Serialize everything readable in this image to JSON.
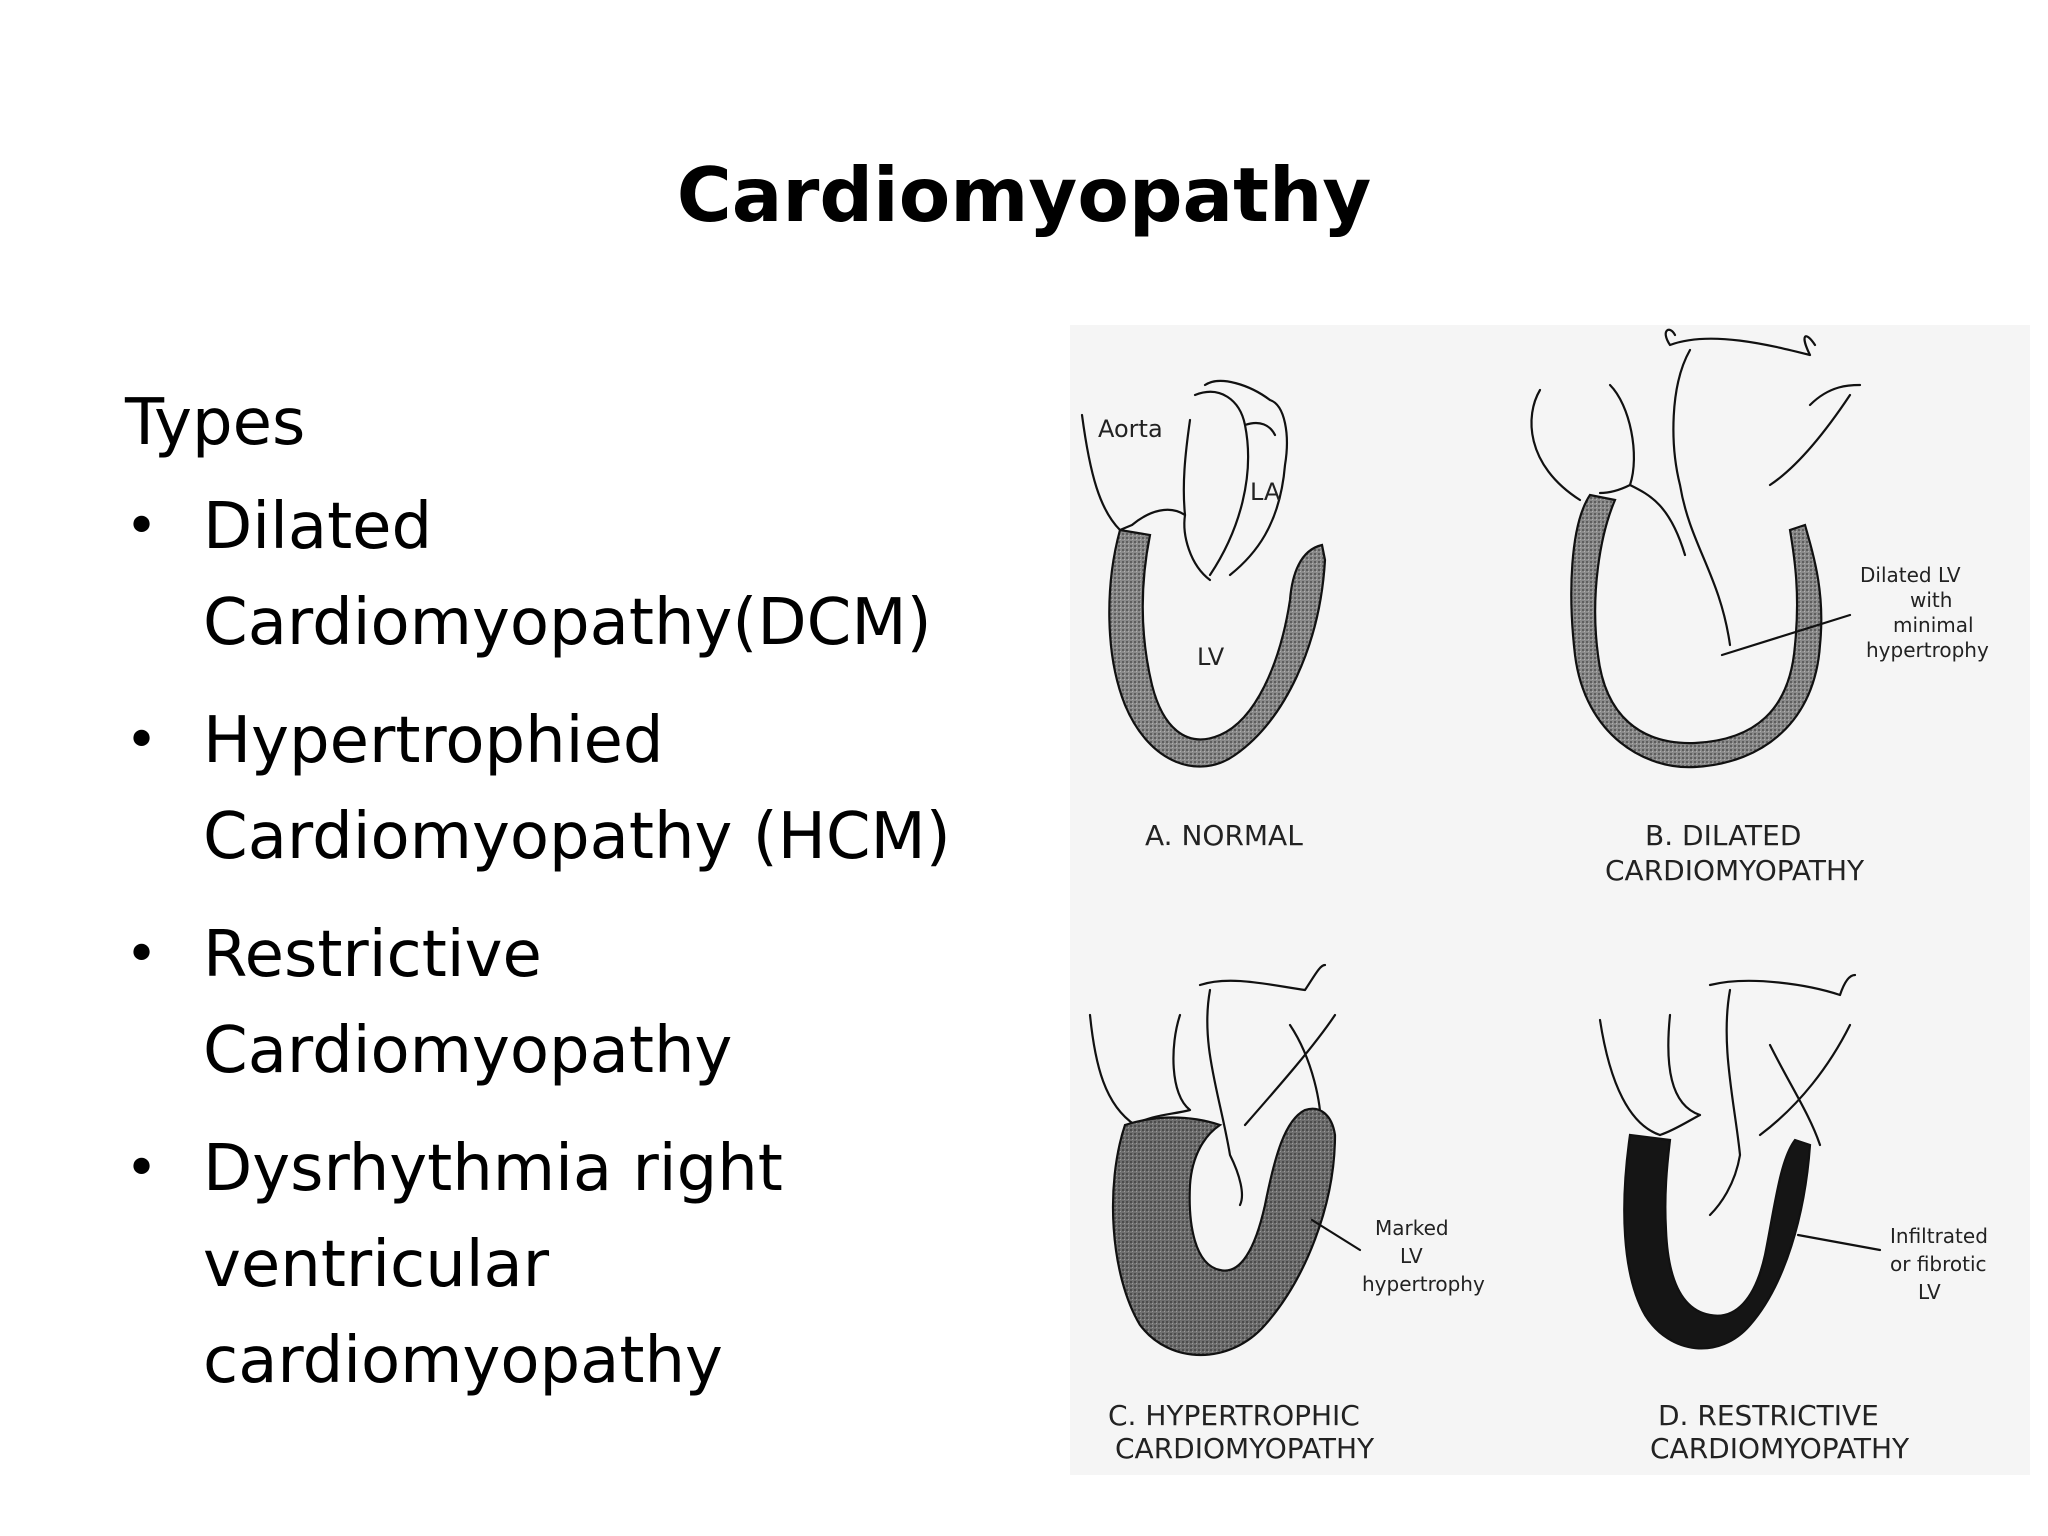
{
  "slide": {
    "title": "Cardiomyopathy",
    "types_heading": "Types",
    "bullets": [
      {
        "line1": "Dilated",
        "line2": "Cardiomyopathy(DCM)",
        "line3": ""
      },
      {
        "line1": "Hypertrophied",
        "line2": "Cardiomyopathy (HCM)",
        "line3": ""
      },
      {
        "line1": "Restrictive",
        "line2": "Cardiomyopathy",
        "line3": ""
      },
      {
        "line1": "Dysrhythmia right",
        "line2": "ventricular",
        "line3": "cardiomyopathy"
      }
    ],
    "bullet_symbol": "•"
  },
  "figure": {
    "panel_a": {
      "caption": "A. NORMAL",
      "label_aorta": "Aorta",
      "label_la": "LA",
      "label_lv": "LV"
    },
    "panel_b": {
      "caption_line1": "B. DILATED",
      "caption_line2": "CARDIOMYOPATHY",
      "annotation_line1": "Dilated LV",
      "annotation_line2": "with",
      "annotation_line3": "minimal",
      "annotation_line4": "hypertrophy"
    },
    "panel_c": {
      "caption_line1": "C. HYPERTROPHIC",
      "caption_line2": "CARDIOMYOPATHY",
      "annotation_line1": "Marked",
      "annotation_line2": "LV",
      "annotation_line3": "hypertrophy"
    },
    "panel_d": {
      "caption_line1": "D. RESTRICTIVE",
      "caption_line2": "CARDIOMYOPATHY",
      "annotation_line1": "Infiltrated",
      "annotation_line2": "or fibrotic",
      "annotation_line3": "LV"
    },
    "colors": {
      "myocardium_normal": "#7a7a7a",
      "myocardium_hypertrophic": "#707070",
      "myocardium_restrictive": "#151515",
      "background": "#f5f5f5"
    }
  }
}
